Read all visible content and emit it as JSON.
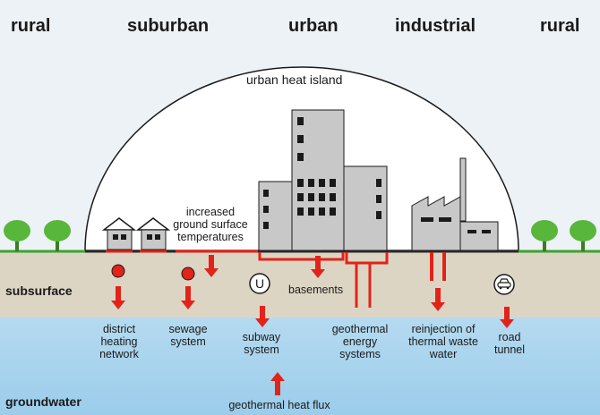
{
  "zones": [
    "rural",
    "suburban",
    "urban",
    "industrial",
    "rural"
  ],
  "dome_title": "urban heat island",
  "layers": {
    "subsurface": "subsurface",
    "groundwater": "groundwater"
  },
  "labels": {
    "increased_temps": "increased\nground surface\ntemperatures",
    "basements": "basements",
    "district_heating": "district\nheating\nnetwork",
    "sewage": "sewage\nsystem",
    "subway": "subway\nsystem",
    "geothermal_energy": "geothermal\nenergy\nsystems",
    "reinjection": "reinjection of\nthermal waste\nwater",
    "road_tunnel": "road\ntunnel",
    "heat_flux": "geothermal heat flux"
  },
  "icons": {
    "subway_symbol": "U"
  },
  "colors": {
    "sky": "#edf2f6",
    "ground": "#ddd5c4",
    "water": "#a7d3ee",
    "arrow": "#e2231a",
    "tree": "#58b63b",
    "building": "#c8c8c8"
  }
}
